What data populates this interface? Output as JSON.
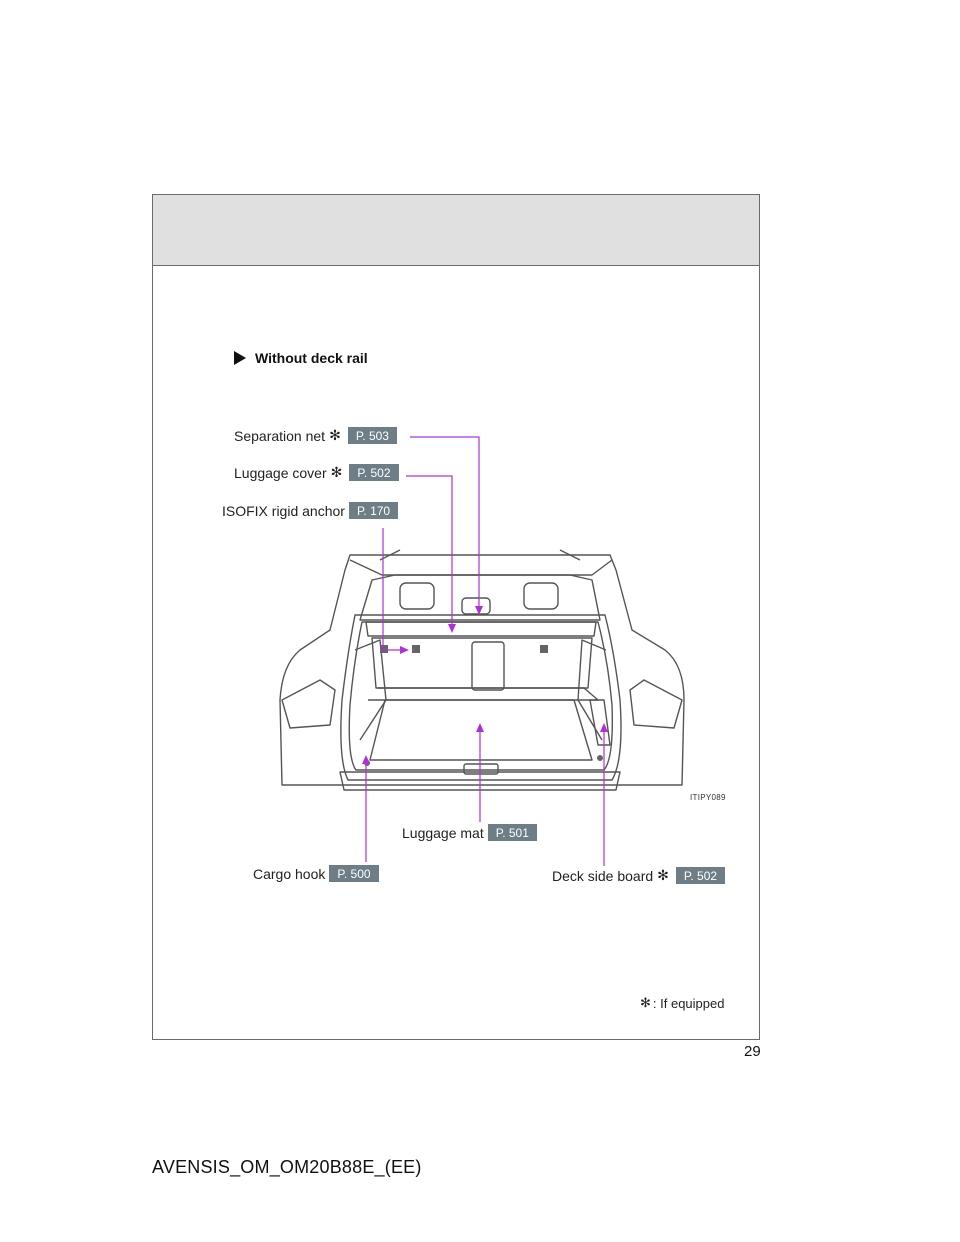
{
  "section": {
    "title": "Without deck rail"
  },
  "callouts": {
    "separation_net": {
      "label": "Separation net",
      "page": "P. 503"
    },
    "luggage_cover": {
      "label": "Luggage cover",
      "page": "P. 502"
    },
    "isofix": {
      "label": "ISOFIX rigid anchor",
      "page": "P. 170"
    },
    "luggage_mat": {
      "label": "Luggage mat",
      "page": "P. 501"
    },
    "cargo_hook": {
      "label": "Cargo hook",
      "page": "P. 500"
    },
    "deck_side_board": {
      "label": "Deck side board",
      "page": "P. 502"
    }
  },
  "figure_code": "ITIPY089",
  "footnote": {
    "text": ": If equipped"
  },
  "page_number": "29",
  "footer_code": "AVENSIS_OM_OM20B88E_(EE)",
  "colors": {
    "header_band": "#e0e0e0",
    "badge": "#6d7e86",
    "leader_line": "#b030d8"
  }
}
